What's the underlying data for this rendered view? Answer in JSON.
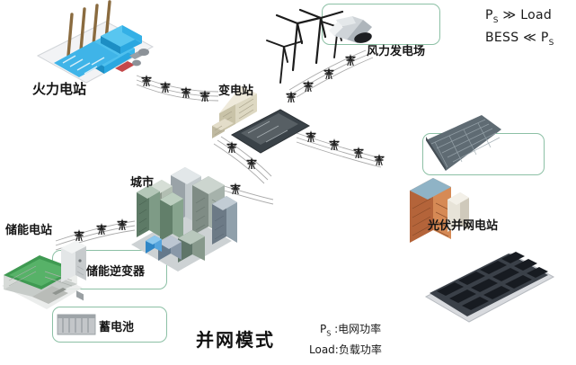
{
  "diagram": {
    "title": "并网模式",
    "background_color": "#ffffff",
    "accent_box_color": "#8cc0a5"
  },
  "formula": {
    "line1_prefix": "P",
    "line1_sub": "S",
    "line1_rest": " ≫ Load",
    "line2": "BESS ≪ P",
    "line2_sub": "S"
  },
  "legend": {
    "line1_prefix": "P",
    "line1_sub": "S",
    "line1_rest": " :电网功率",
    "line2": "Load:负载功率"
  },
  "labels": {
    "thermal_plant": "火力电站",
    "substation": "变电站",
    "wind_farm": "风力发电场",
    "city": "城市",
    "pv_station": "光伏并网电站",
    "storage_station": "储能电站",
    "storage_inverter": "储能逆变器",
    "battery": "蓄电池"
  },
  "nodes": [
    {
      "name": "thermal-power-plant",
      "label": "火力电站",
      "type": "generation"
    },
    {
      "name": "wind-farm",
      "label": "风力发电场",
      "type": "generation"
    },
    {
      "name": "pv-grid-station",
      "label": "光伏并网电站",
      "type": "generation"
    },
    {
      "name": "substation",
      "label": "变电站",
      "type": "transmission"
    },
    {
      "name": "city-load",
      "label": "城市",
      "type": "load"
    },
    {
      "name": "energy-storage-station",
      "label": "储能电站",
      "type": "storage"
    },
    {
      "name": "energy-storage-inverter",
      "label": "储能逆变器",
      "type": "storage"
    },
    {
      "name": "storage-battery",
      "label": "蓄电池",
      "type": "storage"
    }
  ],
  "colors": {
    "thermal_building": "#2aa7e0",
    "chimney": "#8a6b3f",
    "storage_container_roof": "#3f9a52",
    "pv_panel_dark": "#2c3240",
    "transmission_line": "#9a9a9a",
    "tower": "#242424",
    "substation_building": "#cfc9ae",
    "city_tower": "#6f8a78"
  }
}
